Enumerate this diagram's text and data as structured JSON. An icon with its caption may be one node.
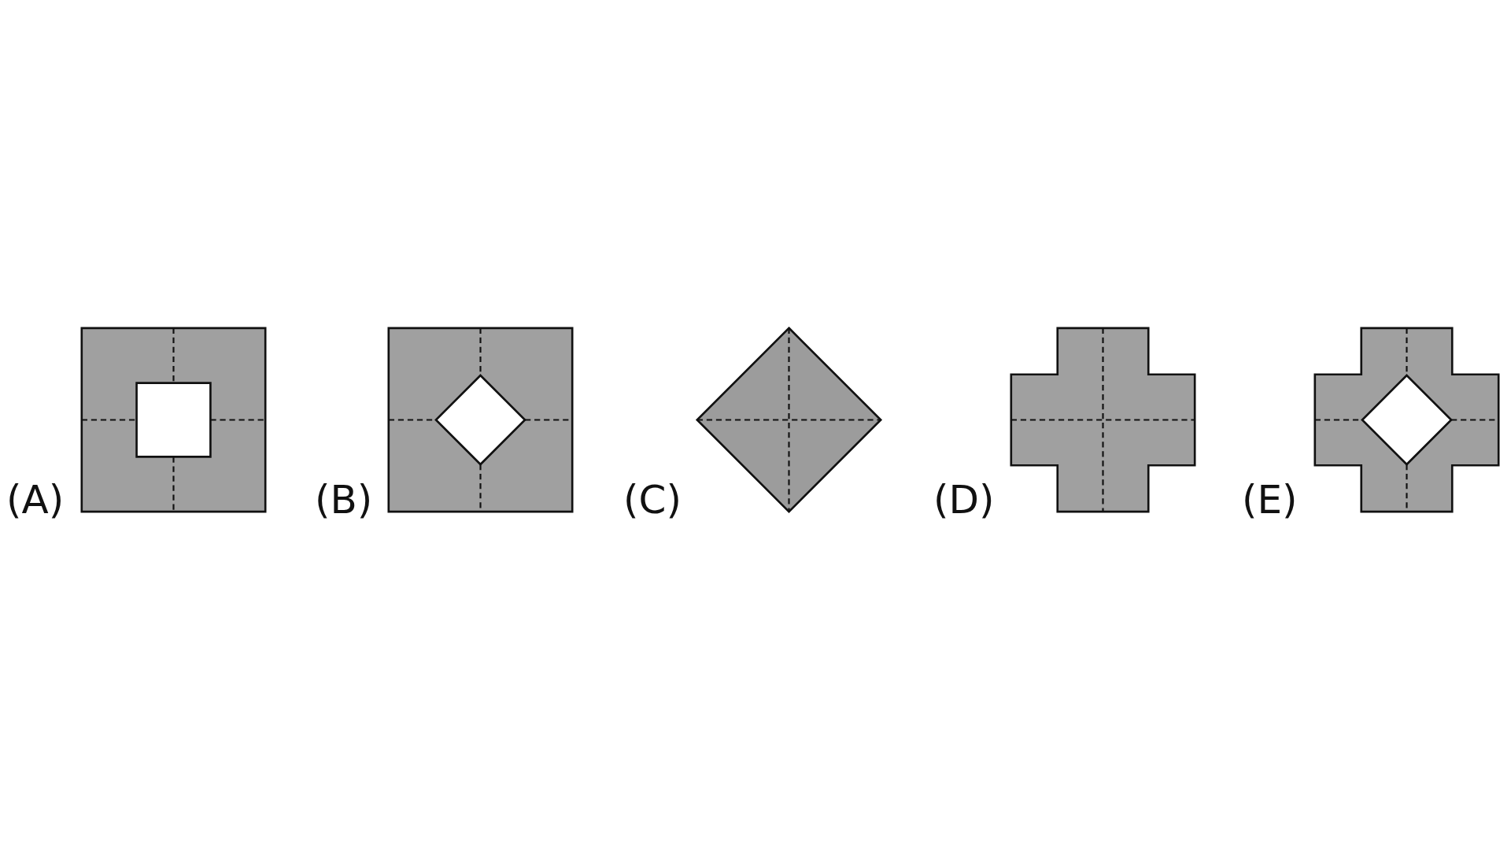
{
  "diagram": {
    "labels": [
      "(A)",
      "(B)",
      "(C)",
      "(D)",
      "(E)"
    ]
  }
}
